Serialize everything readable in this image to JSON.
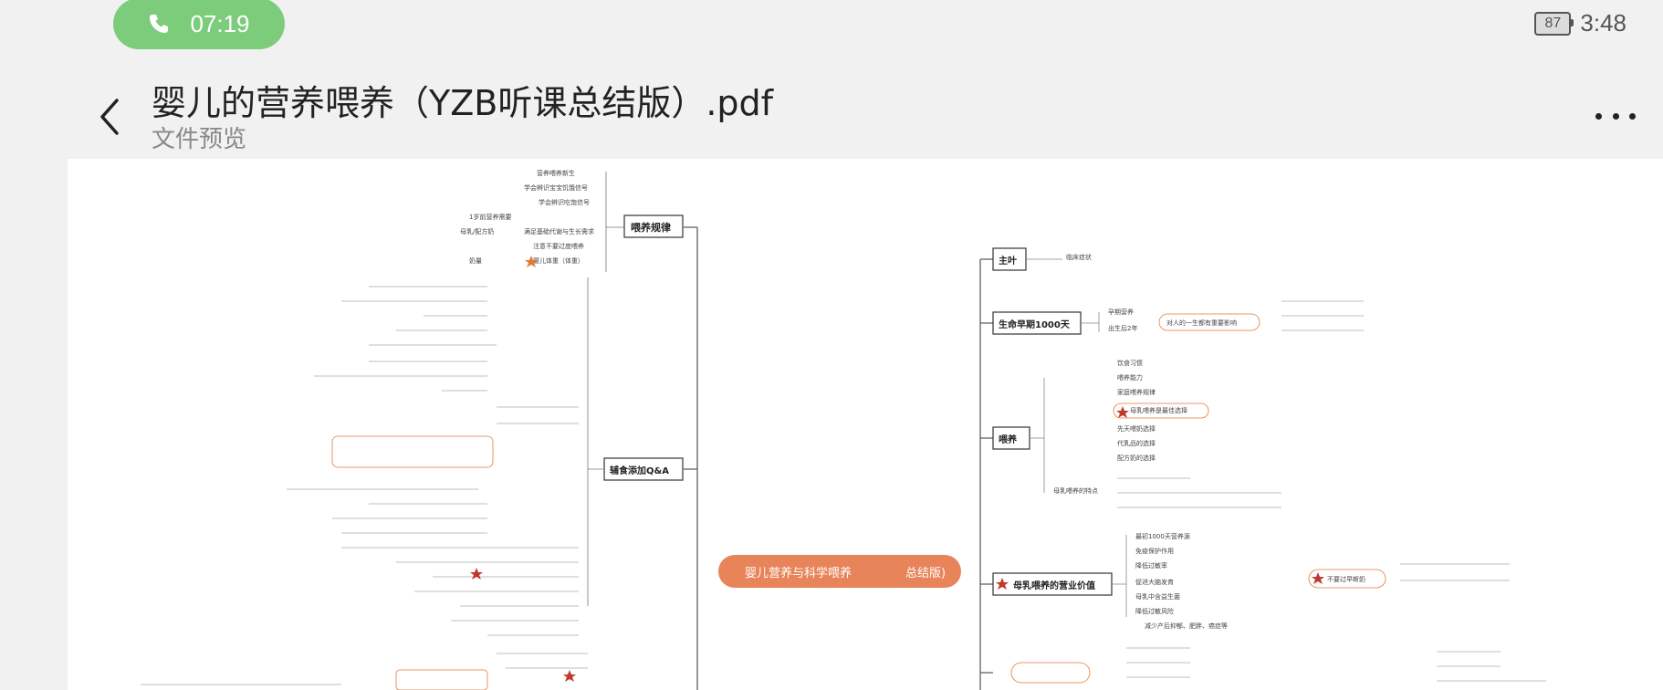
{
  "status_bar": {
    "call_time": "07:19",
    "battery_level": "87",
    "clock": "3:48",
    "call_color": "#7ccc7c"
  },
  "header": {
    "title": "婴儿的营养喂养（YZB听课总结版）.pdf",
    "subtitle": "文件预览"
  },
  "document": {
    "central_node": "婴儿营养与科学喂养",
    "central_node_suffix": "总结版)",
    "left_branches": {
      "feeding_rules": {
        "label": "喂养规律",
        "items": [
          "营养喂养新生",
          "学会辨识宝宝饥饿信号",
          "学会辨识吃饱信号",
          "1岁前营养需要",
          "母乳/配方奶",
          "满足基础代谢与生长需求",
          "注意不要过度喂养",
          "奶量",
          "婴儿体重（体重）"
        ]
      },
      "complementary_qa": {
        "label": "辅食添加Q&A"
      }
    },
    "right_branches": {
      "main": {
        "label": "主叶",
        "note": "临床症状"
      },
      "first_1000_days": {
        "label": "生命早期1000天",
        "items": [
          "孕期营养",
          "出生后2年",
          "对人的一生都有重要影响"
        ]
      },
      "feeding": {
        "label": "喂养",
        "items": [
          "饮食习惯",
          "喂养能力",
          "家庭喂养规律",
          "母乳喂养是最佳选择",
          "先天喂奶选择",
          "代乳品的选择",
          "配方奶的选择",
          "母乳喂养的特点"
        ]
      },
      "breastfeeding_advantages": {
        "label": "母乳喂养的营业价值",
        "items": [
          "最初1000天营养源",
          "免疫保护作用",
          "降低过敏率",
          "促进大脑发育",
          "母乳中含益生菌",
          "降低过敏风险",
          "减少产后抑郁、肥胖、癌症等"
        ],
        "side": "不要过早断奶"
      }
    }
  }
}
